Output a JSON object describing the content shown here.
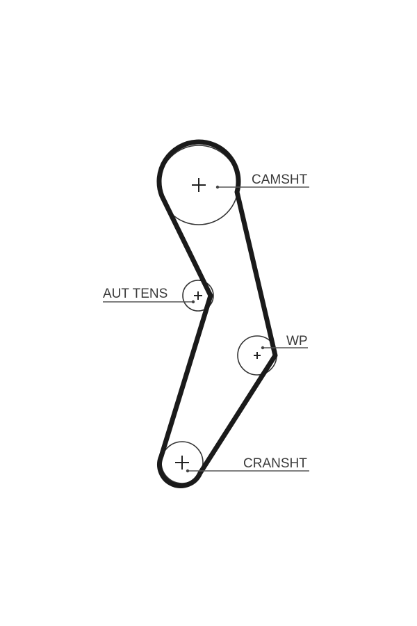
{
  "labels": {
    "camshaft": "CAMSHT",
    "auto_tensioner": "AUT TENS",
    "water_pump": "WP",
    "crankshaft": "CRANSHT"
  },
  "colors": {
    "belt": "#1a1a1a",
    "line": "#555555",
    "text": "#3a3a3a"
  }
}
